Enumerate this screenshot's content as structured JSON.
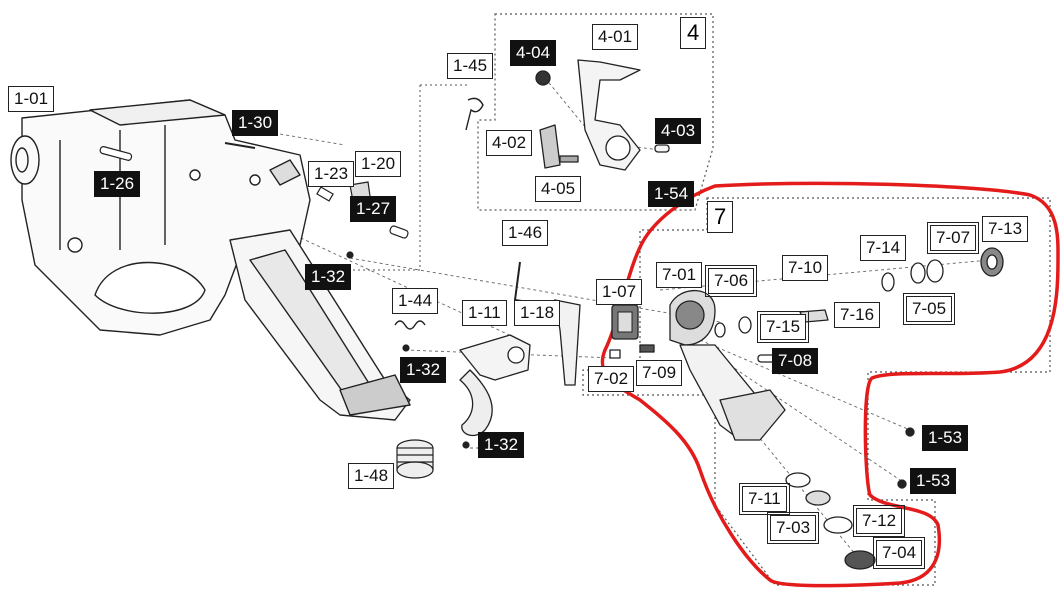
{
  "groups": [
    {
      "id": "grp-4",
      "label": "4"
    },
    {
      "id": "grp-7",
      "label": "7"
    }
  ],
  "parts": [
    {
      "id": "p-1-01",
      "label": "1-01",
      "style": "plain"
    },
    {
      "id": "p-1-26",
      "label": "1-26",
      "style": "inv"
    },
    {
      "id": "p-1-30",
      "label": "1-30",
      "style": "inv"
    },
    {
      "id": "p-1-23",
      "label": "1-23",
      "style": "plain"
    },
    {
      "id": "p-1-20",
      "label": "1-20",
      "style": "plain"
    },
    {
      "id": "p-1-27",
      "label": "1-27",
      "style": "inv"
    },
    {
      "id": "p-1-32a",
      "label": "1-32",
      "style": "inv"
    },
    {
      "id": "p-1-45",
      "label": "1-45",
      "style": "plain"
    },
    {
      "id": "p-4-04",
      "label": "4-04",
      "style": "inv"
    },
    {
      "id": "p-4-01",
      "label": "4-01",
      "style": "plain"
    },
    {
      "id": "p-4-02",
      "label": "4-02",
      "style": "plain"
    },
    {
      "id": "p-4-03",
      "label": "4-03",
      "style": "inv"
    },
    {
      "id": "p-4-05",
      "label": "4-05",
      "style": "plain"
    },
    {
      "id": "p-1-54",
      "label": "1-54",
      "style": "inv"
    },
    {
      "id": "p-1-46",
      "label": "1-46",
      "style": "plain"
    },
    {
      "id": "p-1-44",
      "label": "1-44",
      "style": "plain"
    },
    {
      "id": "p-1-11",
      "label": "1-11",
      "style": "plain"
    },
    {
      "id": "p-1-18",
      "label": "1-18",
      "style": "plain"
    },
    {
      "id": "p-1-07",
      "label": "1-07",
      "style": "plain"
    },
    {
      "id": "p-1-32b",
      "label": "1-32",
      "style": "inv"
    },
    {
      "id": "p-1-32c",
      "label": "1-32",
      "style": "inv"
    },
    {
      "id": "p-1-48",
      "label": "1-48",
      "style": "plain"
    },
    {
      "id": "p-7-01",
      "label": "7-01",
      "style": "plain"
    },
    {
      "id": "p-7-06",
      "label": "7-06",
      "style": "dbl"
    },
    {
      "id": "p-7-10",
      "label": "7-10",
      "style": "plain"
    },
    {
      "id": "p-7-14",
      "label": "7-14",
      "style": "plain"
    },
    {
      "id": "p-7-07",
      "label": "7-07",
      "style": "dbl"
    },
    {
      "id": "p-7-13",
      "label": "7-13",
      "style": "plain"
    },
    {
      "id": "p-7-15",
      "label": "7-15",
      "style": "dbl"
    },
    {
      "id": "p-7-16",
      "label": "7-16",
      "style": "plain"
    },
    {
      "id": "p-7-05",
      "label": "7-05",
      "style": "dbl"
    },
    {
      "id": "p-7-02",
      "label": "7-02",
      "style": "plain"
    },
    {
      "id": "p-7-09",
      "label": "7-09",
      "style": "plain"
    },
    {
      "id": "p-7-08",
      "label": "7-08",
      "style": "inv"
    },
    {
      "id": "p-1-53a",
      "label": "1-53",
      "style": "inv"
    },
    {
      "id": "p-1-53b",
      "label": "1-53",
      "style": "inv"
    },
    {
      "id": "p-7-11",
      "label": "7-11",
      "style": "dbl"
    },
    {
      "id": "p-7-03",
      "label": "7-03",
      "style": "dbl"
    },
    {
      "id": "p-7-12",
      "label": "7-12",
      "style": "dbl"
    },
    {
      "id": "p-7-04",
      "label": "7-04",
      "style": "dbl"
    }
  ],
  "colors": {
    "ink": "#111111",
    "dashed": "#555555",
    "highlight": "#e31b1b"
  }
}
